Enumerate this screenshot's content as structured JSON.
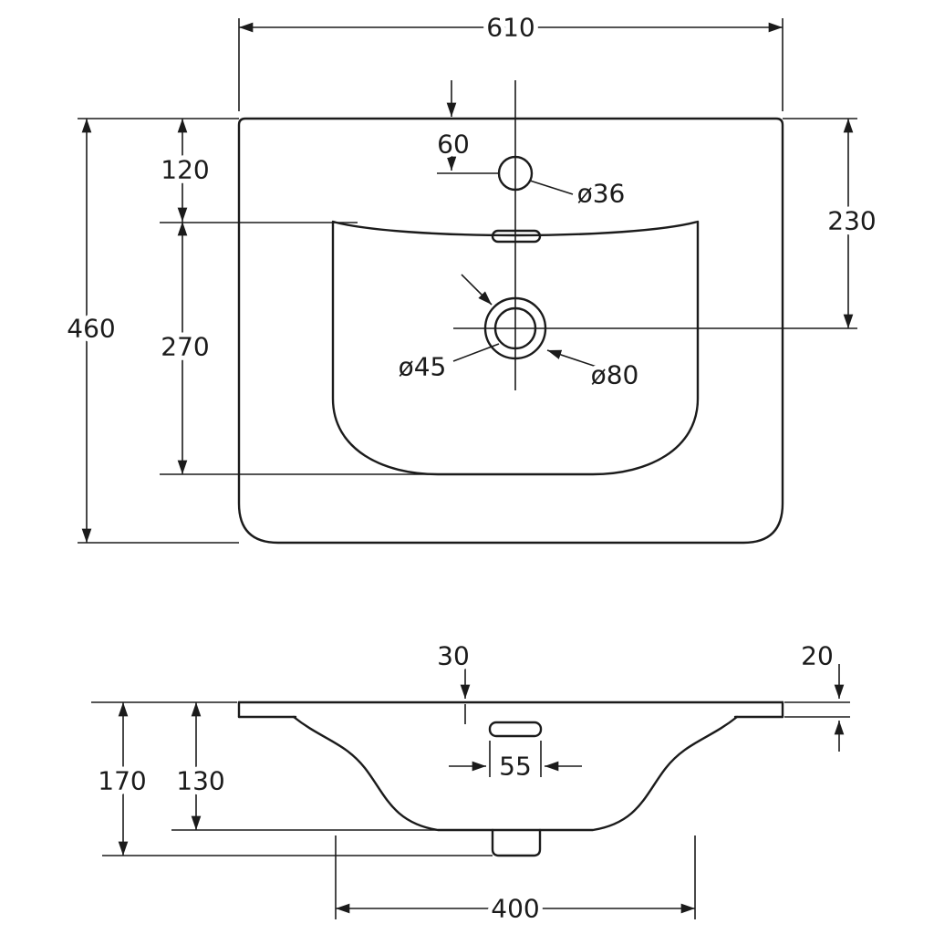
{
  "drawing": {
    "title": "washbasin-dimension-drawing",
    "colors": {
      "line": "#1b1b1b",
      "background": "#ffffff"
    },
    "top_view": {
      "overall_width": "610",
      "faucet_offset": "60",
      "faucet_hole_diameter": "ø36",
      "rim_to_basin": "120",
      "drain_from_top_edge": "230",
      "overall_depth": "460",
      "basin_length": "270",
      "drain_inner_diameter": "ø45",
      "drain_outer_diameter": "ø80"
    },
    "front_view": {
      "overflow_offset": "30",
      "rim_thickness": "20",
      "overall_height": "170",
      "basin_depth": "130",
      "overflow_width": "55",
      "bottom_width": "400"
    }
  }
}
